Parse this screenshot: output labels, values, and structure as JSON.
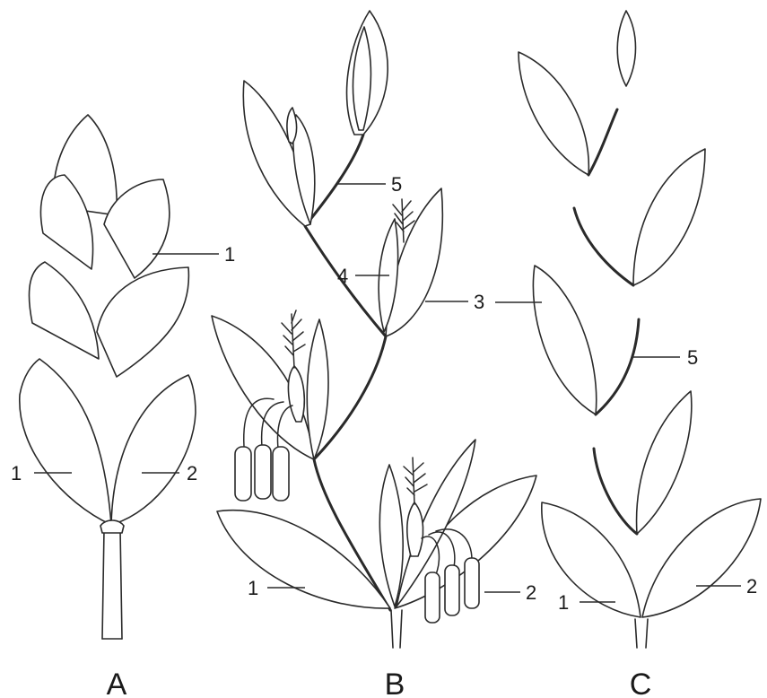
{
  "panels": {
    "a": "A",
    "b": "B",
    "c": "C"
  },
  "labels": {
    "a_upper_1": "1",
    "a_lower_1": "1",
    "a_2": "2",
    "b_5": "5",
    "b_4": "4",
    "b_3": "3",
    "b_1": "1",
    "b_2": "2",
    "c_3": "3",
    "c_5": "5",
    "c_1": "1",
    "c_2": "2"
  },
  "colors": {
    "ink": "#2a2a2a",
    "paper": "#ffffff"
  }
}
